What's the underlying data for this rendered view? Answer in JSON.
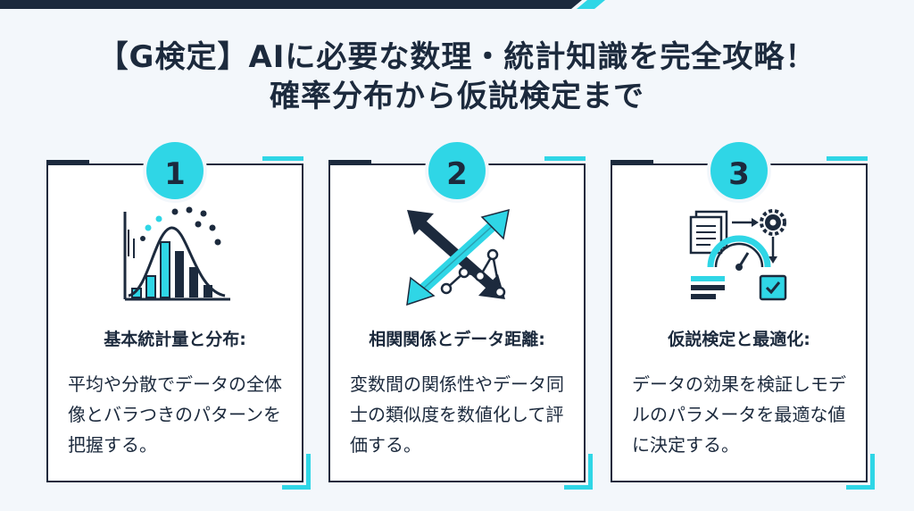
{
  "header": {
    "title_line1": "【G検定】AIに必要な数理・統計知識を完全攻略！",
    "title_line2": "確率分布から仮説検定まで"
  },
  "colors": {
    "navy": "#1c2a3d",
    "cyan": "#2fd6e6",
    "background": "#f3f7fb"
  },
  "cards": [
    {
      "number": "1",
      "icon": "bell-curve-histogram-icon",
      "heading": "基本統計量と分布:",
      "body": "平均や分散でデータの全体像とバラつきのパターンを把握する。"
    },
    {
      "number": "2",
      "icon": "correlation-arrows-icon",
      "heading": "相関関係とデータ距離:",
      "body": "変数間の関係性やデータ同士の類似度を数値化して評価する。"
    },
    {
      "number": "3",
      "icon": "document-gauge-checklist-icon",
      "heading": "仮説検定と最適化:",
      "body": "データの効果を検証しモデルのパラメータを最適な値に決定する。"
    }
  ]
}
